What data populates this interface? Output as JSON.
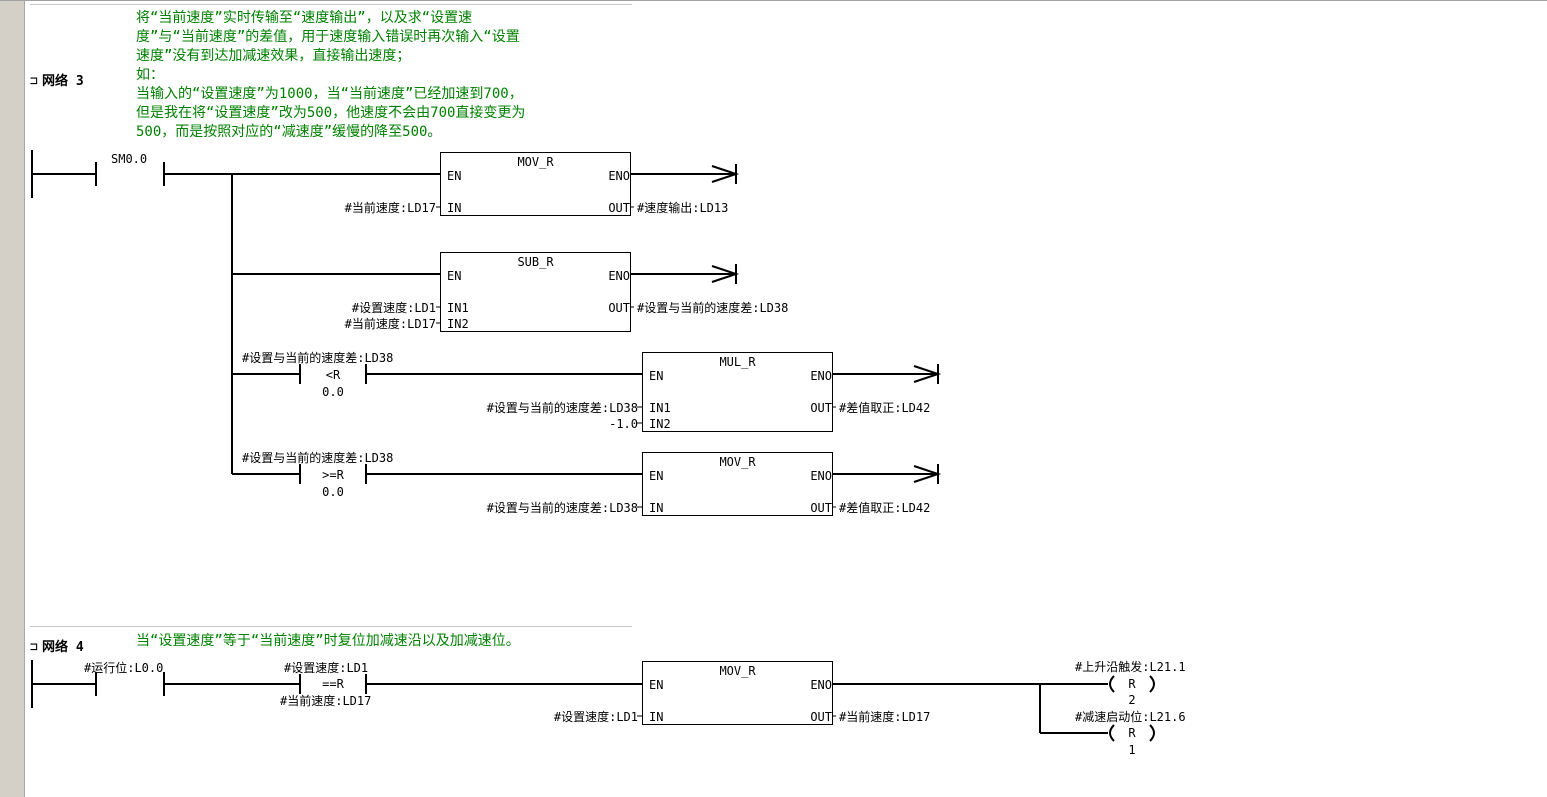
{
  "network3": {
    "label": "网络 3",
    "comment": [
      "将“当前速度”实时传输至“速度输出”，以及求“设置速",
      "度”与“当前速度”的差值，用于速度输入错误时再次输入“设置",
      "速度”没有到达加减速效果，直接输出速度；",
      "如：",
      "当输入的“设置速度”为1000，当“当前速度”已经加速到700，",
      "但是我在将“设置速度”改为500，他速度不会由700直接变更为",
      "500，而是按照对应的“减速度”缓慢的降至500。"
    ],
    "contact_sm00": "SM0.0",
    "mov1": {
      "title": "MOV_R",
      "en": "EN",
      "eno": "ENO",
      "in": "IN",
      "out": "OUT",
      "in_var": "#当前速度:LD17",
      "out_var": "#速度输出:LD13"
    },
    "sub": {
      "title": "SUB_R",
      "en": "EN",
      "eno": "ENO",
      "in1": "IN1",
      "in2": "IN2",
      "out": "OUT",
      "in1_var": "#设置速度:LD1",
      "in2_var": "#当前速度:LD17",
      "out_var": "#设置与当前的速度差:LD38"
    },
    "cmp_lt": {
      "var": "#设置与当前的速度差:LD38",
      "op": "<R",
      "const": "0.0"
    },
    "mul": {
      "title": "MUL_R",
      "en": "EN",
      "eno": "ENO",
      "in1": "IN1",
      "in2": "IN2",
      "out": "OUT",
      "in1_var": "#设置与当前的速度差:LD38",
      "in2_var": "-1.0",
      "out_var": "#差值取正:LD42"
    },
    "cmp_ge": {
      "var": "#设置与当前的速度差:LD38",
      "op": ">=R",
      "const": "0.0"
    },
    "mov2": {
      "title": "MOV_R",
      "en": "EN",
      "eno": "ENO",
      "in": "IN",
      "out": "OUT",
      "in_var": "#设置与当前的速度差:LD38",
      "out_var": "#差值取正:LD42"
    }
  },
  "network4": {
    "label": "网络 4",
    "comment": "当“设置速度”等于“当前速度”时复位加减速沿以及加减速位。",
    "contact_run": "#运行位:L0.0",
    "cmp_eq": {
      "var_top": "#设置速度:LD1",
      "op": "==R",
      "var_bottom": "#当前速度:LD17"
    },
    "mov": {
      "title": "MOV_R",
      "en": "EN",
      "eno": "ENO",
      "in": "IN",
      "out": "OUT",
      "in_var": "#设置速度:LD1",
      "out_var": "#当前速度:LD17"
    },
    "coil1": {
      "var": "#上升沿触发:L21.1",
      "type": "R",
      "count": "2"
    },
    "coil2": {
      "var": "#减速启动位:L21.6",
      "type": "R",
      "count": "1"
    }
  }
}
